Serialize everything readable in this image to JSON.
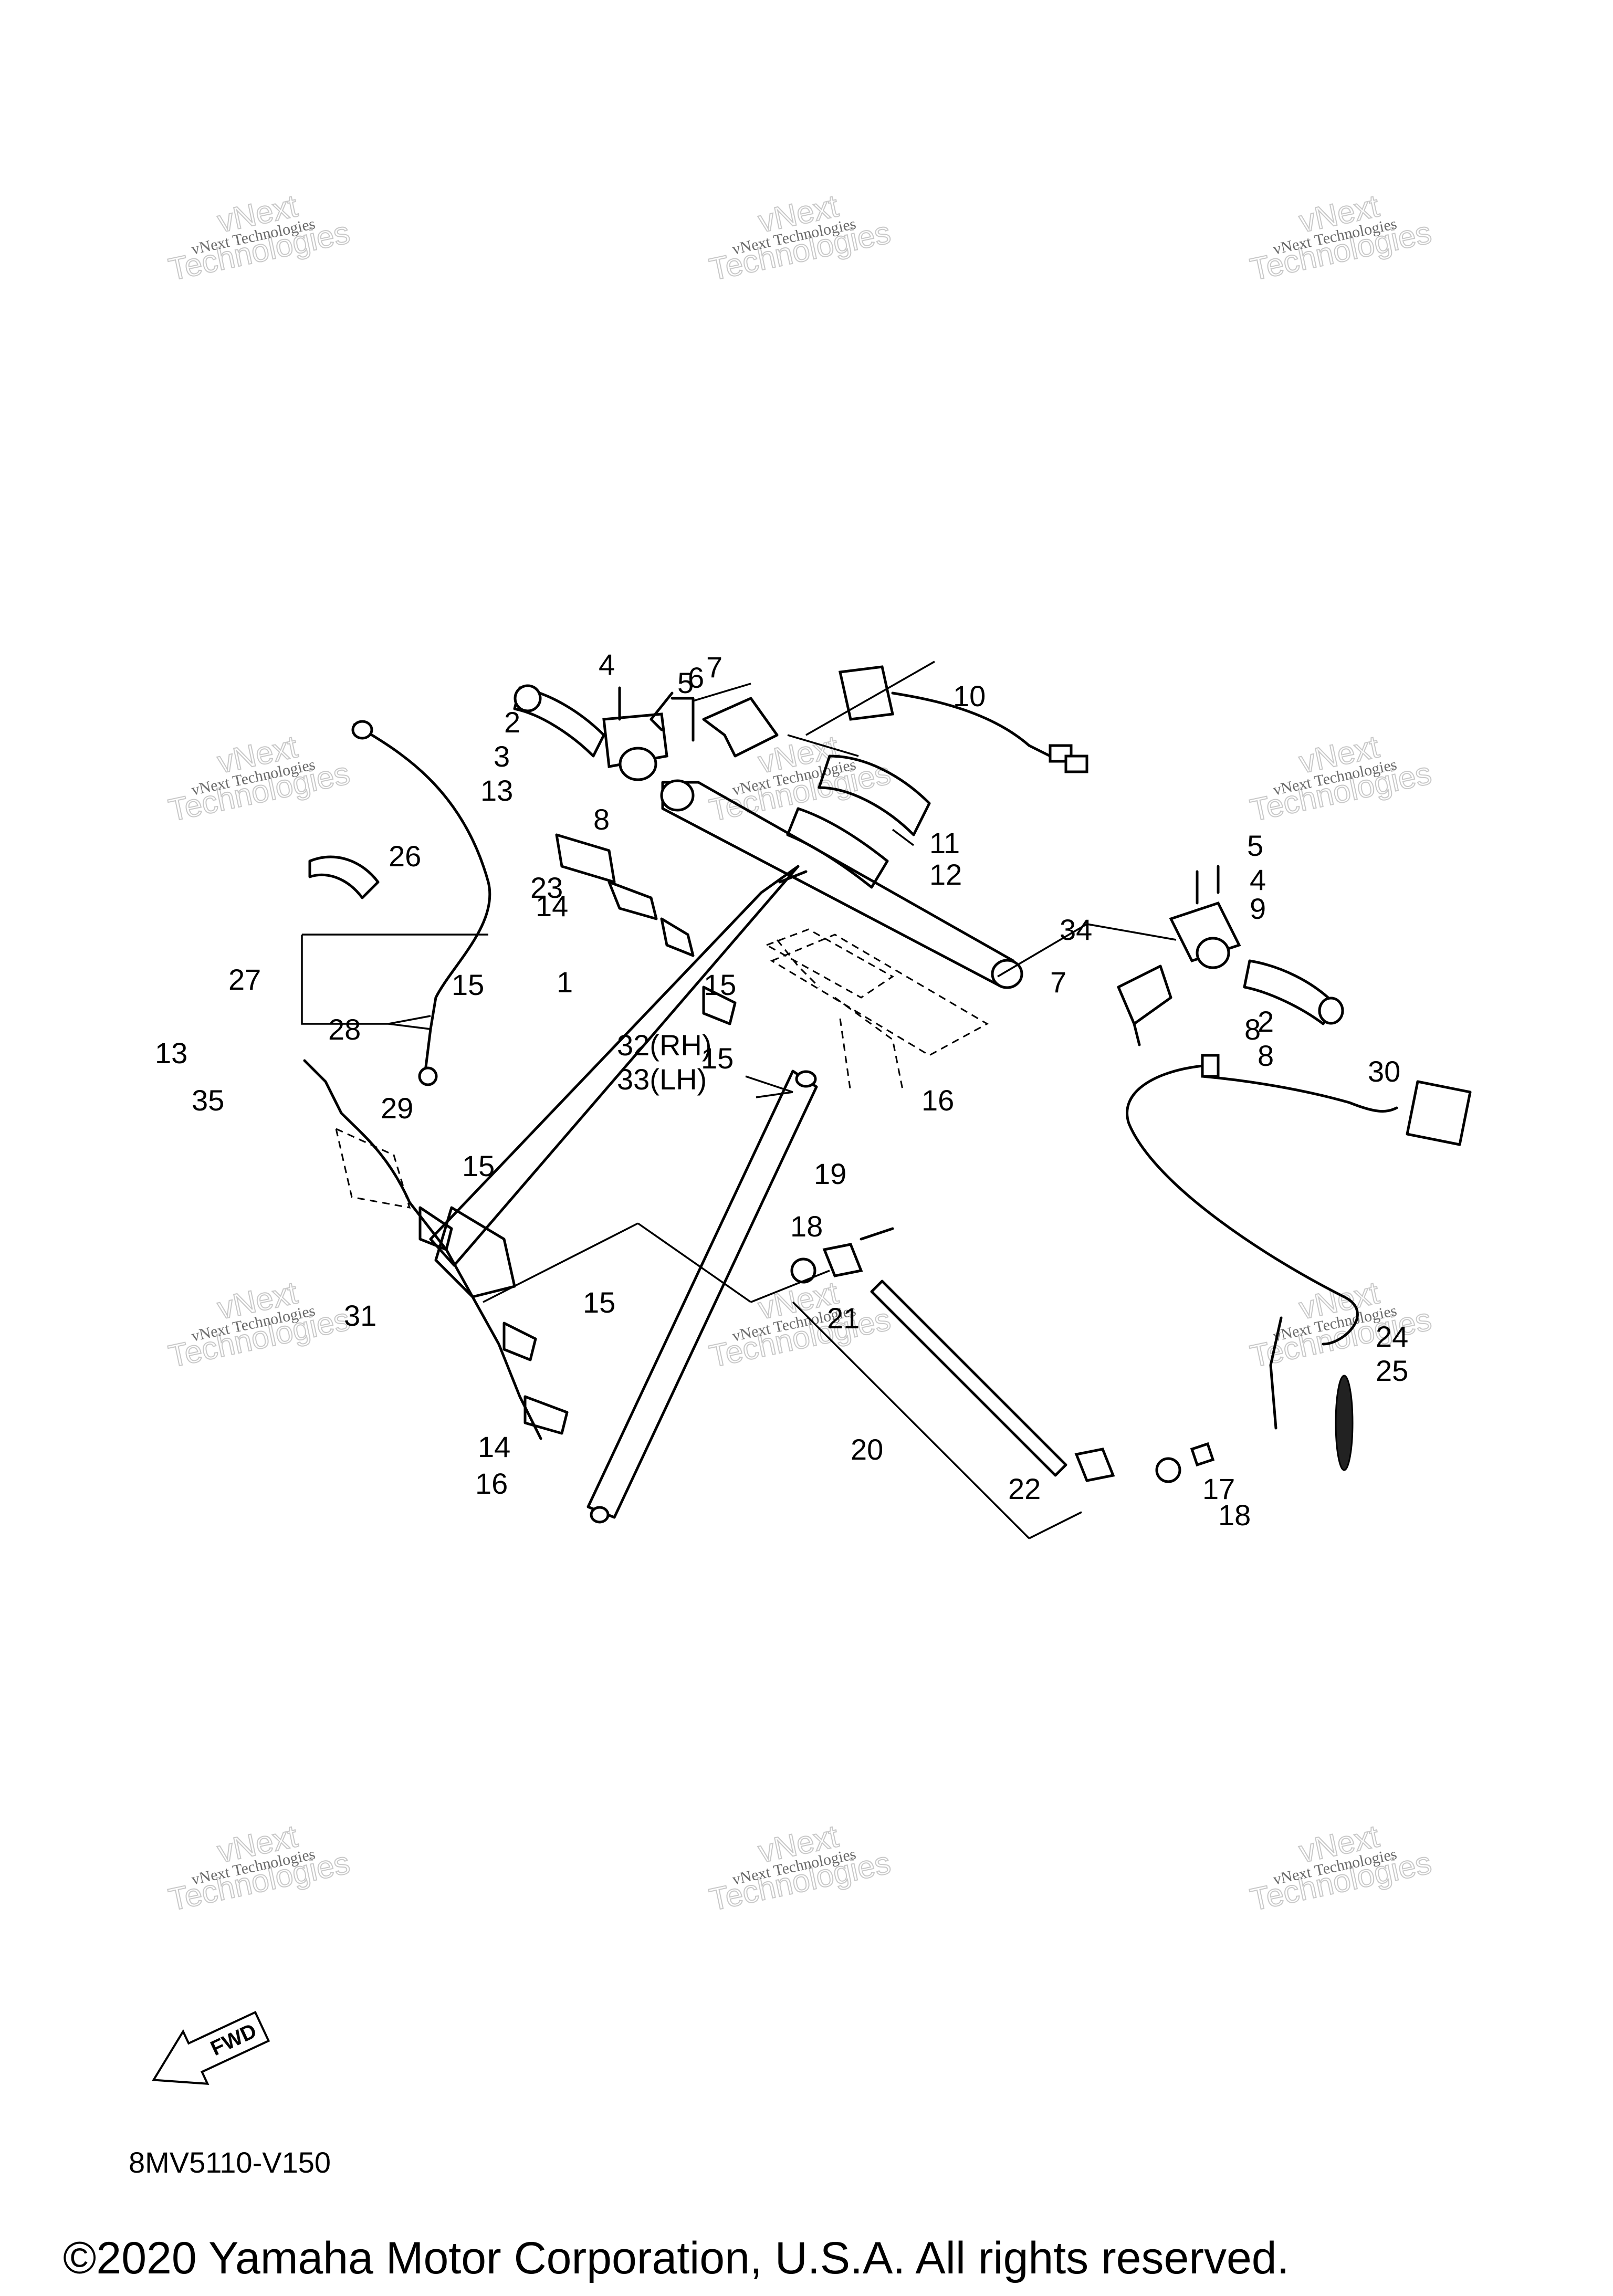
{
  "diagram": {
    "code": "8MV5110-V150",
    "copyright": "©2020 Yamaha Motor Corporation, U.S.A. All rights reserved.",
    "fwd_label": "FWD",
    "watermark": {
      "line1": "vNext Technologies",
      "line2": "Technologies",
      "line3": "vNext"
    },
    "callouts": [
      "1",
      "2",
      "2",
      "3",
      "4",
      "4",
      "5",
      "5",
      "6",
      "7",
      "7",
      "8",
      "8",
      "8",
      "9",
      "10",
      "11",
      "12",
      "13",
      "13",
      "14",
      "14",
      "15",
      "15",
      "15",
      "15",
      "15",
      "16",
      "16",
      "17",
      "18",
      "18",
      "19",
      "20",
      "21",
      "22",
      "23",
      "24",
      "25",
      "26",
      "27",
      "28",
      "29",
      "30",
      "31",
      "32(RH)",
      "33(LH)",
      "34",
      "35"
    ]
  }
}
